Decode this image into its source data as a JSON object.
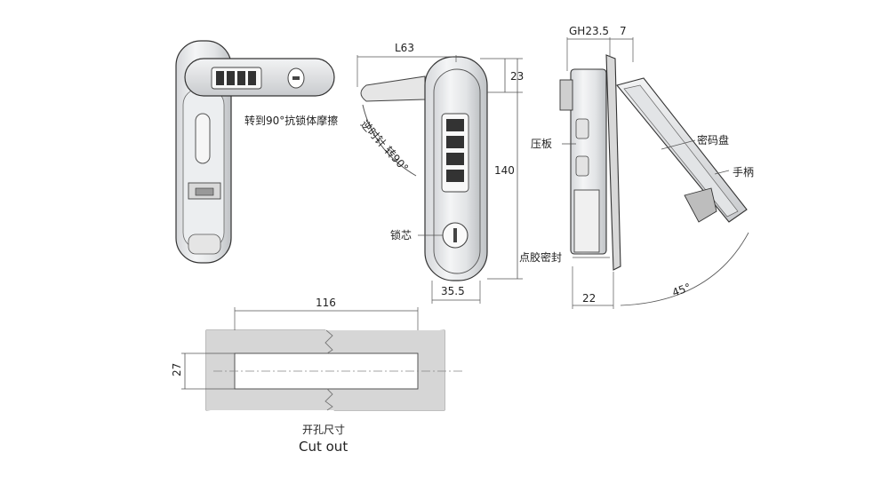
{
  "labels": {
    "rotate_note": "转到90°抗锁体摩擦",
    "ccw_note": "逆时针 转90°",
    "lock_core": "锁芯",
    "pressure_plate": "压板",
    "code_dial": "密码盘",
    "handle": "手柄",
    "glue_seal": "点胶密封",
    "cutout_cn": "开孔尺寸",
    "cutout_en": "Cut out"
  },
  "dimensions": {
    "L63": "L63",
    "d23": "23",
    "d140": "140",
    "d35_5": "35.5",
    "GH23_5": "GH23.5",
    "d7": "7",
    "d22": "22",
    "angle45": "45°",
    "d116": "116",
    "d27": "27"
  },
  "colors": {
    "line": "#333333",
    "body_fill": "#e9eaec",
    "body_dark": "#c9cbce",
    "cutout_fill": "#d6d6d6",
    "dim_line": "#555555"
  }
}
